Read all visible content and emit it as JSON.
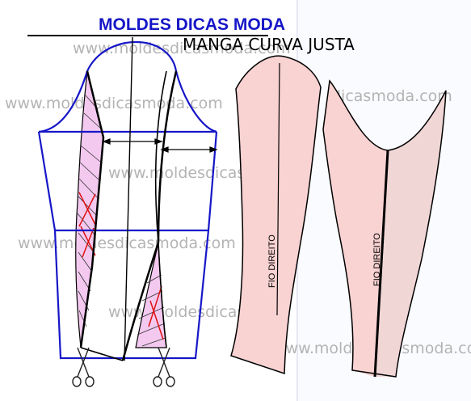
{
  "brand": "MOLDES DICAS MODA",
  "title": "MANGA CURVA JUSTA",
  "watermarks": [
    "www.moldesdicasmoda.com",
    "www.moldesdicasmoda.com",
    "www.moldesdicas",
    "www.moldesdicasmoda.com",
    "www.moldesdicas",
    "dicasmoda.com",
    "www.moldesdicasmoda.com"
  ],
  "grain_labels": {
    "front": "FIO DIREITO",
    "back": "FIO DIREITO"
  },
  "colors": {
    "outline_blue": "#1616c8",
    "piece_fill": "#f9d2d2",
    "piece_fill_dark": "#f1d6d6",
    "hatch_fill": "#f3c9ef",
    "cross_red": "#e01010"
  },
  "icons": [
    "scissors-icon",
    "scissors-icon"
  ]
}
